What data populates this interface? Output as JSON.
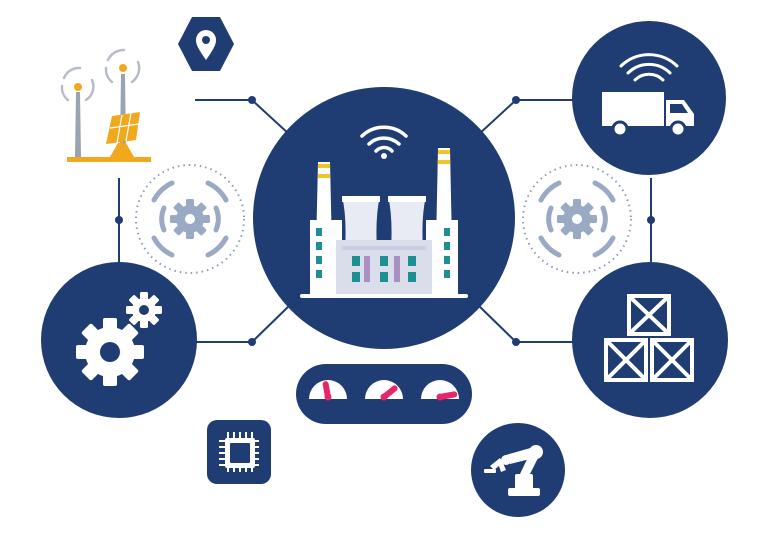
{
  "colors": {
    "navy": "#1f3d73",
    "connector": "#1f3d73",
    "gear_ring": "#9aa9c4",
    "dotted_ring": "#8d9bb8",
    "white": "#ffffff",
    "plant_facade": "#e8ebf3",
    "plant_shadow": "#c9cfe0",
    "stack_stripe": "#f2c42c",
    "window_teal": "#1c8f92",
    "solar_gold": "#f2a81d",
    "turbine_grey": "#9aa3b2",
    "gauge_needle": "#e6266b"
  },
  "icons": {
    "hub": "power-plant-icon",
    "hub_signal": "wifi-icon",
    "location": "map-pin-icon",
    "energy": "wind-turbine-and-solar-panel-icon",
    "transport": "delivery-truck-icon",
    "transport_signal": "wireless-signal-icon",
    "settings": "gears-icon",
    "inventory": "stacked-crates-icon",
    "process_left": "gear-icon",
    "process_right": "gear-icon",
    "monitoring": "gauges-icon",
    "processor": "microchip-icon",
    "automation": "robotic-arm-icon"
  },
  "gauges": {
    "needle_levels": [
      0.45,
      0.75,
      0.9
    ]
  }
}
